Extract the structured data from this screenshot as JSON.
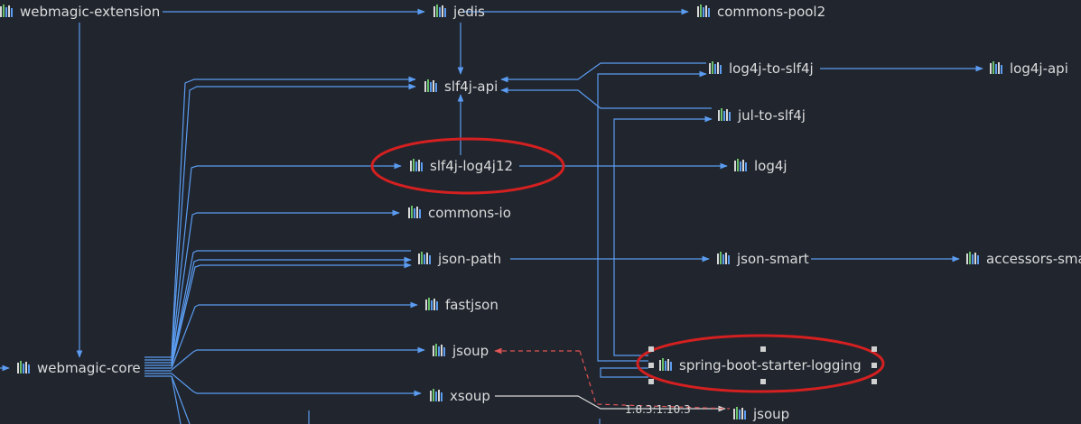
{
  "diagram": {
    "nodes": [
      {
        "id": "webmagic-extension",
        "label": "webmagic-extension"
      },
      {
        "id": "jedis",
        "label": "jedis"
      },
      {
        "id": "commons-pool2",
        "label": "commons-pool2"
      },
      {
        "id": "slf4j-api",
        "label": "slf4j-api"
      },
      {
        "id": "log4j-to-slf4j",
        "label": "log4j-to-slf4j"
      },
      {
        "id": "log4j-api",
        "label": "log4j-api"
      },
      {
        "id": "jul-to-slf4j",
        "label": "jul-to-slf4j"
      },
      {
        "id": "slf4j-log4j12",
        "label": "slf4j-log4j12"
      },
      {
        "id": "log4j",
        "label": "log4j"
      },
      {
        "id": "commons-io",
        "label": "commons-io"
      },
      {
        "id": "json-path",
        "label": "json-path"
      },
      {
        "id": "json-smart",
        "label": "json-smart"
      },
      {
        "id": "accessors-smart",
        "label": "accessors-sma"
      },
      {
        "id": "fastjson",
        "label": "fastjson"
      },
      {
        "id": "webmagic-core",
        "label": "webmagic-core"
      },
      {
        "id": "jsoup",
        "label": "jsoup"
      },
      {
        "id": "spring-boot-starter-logging",
        "label": "spring-boot-starter-logging"
      },
      {
        "id": "xsoup",
        "label": "xsoup"
      },
      {
        "id": "jsoup-2",
        "label": "jsoup"
      }
    ],
    "version_conflict_label": "1.8.3:1.10.3",
    "highlighted_nodes": [
      "slf4j-log4j12",
      "spring-boot-starter-logging"
    ],
    "selected_node": "spring-boot-starter-logging",
    "colors": {
      "background": "#20252e",
      "edge": "#5b9cf0",
      "conflict_edge": "#e05555",
      "highlight": "#d42020",
      "text": "#dcdcdc"
    },
    "icon": "maven-library-icon"
  }
}
